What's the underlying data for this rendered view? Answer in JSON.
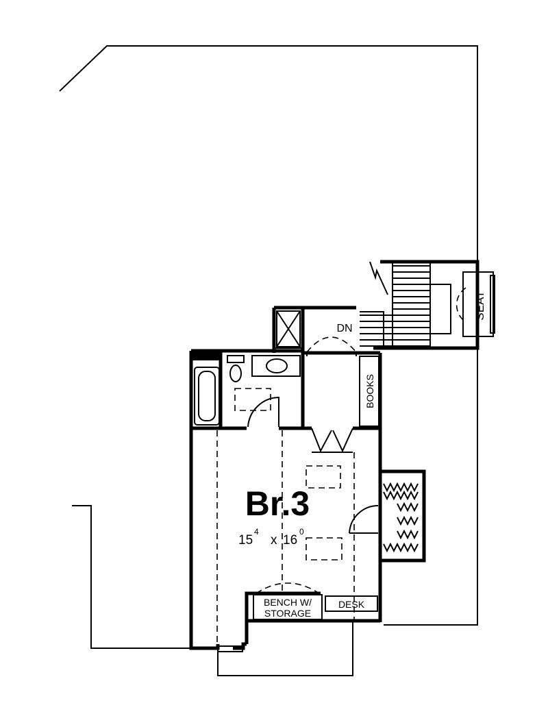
{
  "room": {
    "name": "Br.3",
    "width_ft": "15",
    "width_in": "4",
    "depth_ft": "16",
    "depth_in": "0",
    "times": "x"
  },
  "labels": {
    "stair_direction": "DN",
    "seat": "SEAT",
    "books": "BOOKS",
    "bench_line1": "BENCH W/",
    "bench_line2": "STORAGE",
    "desk": "DESK"
  }
}
